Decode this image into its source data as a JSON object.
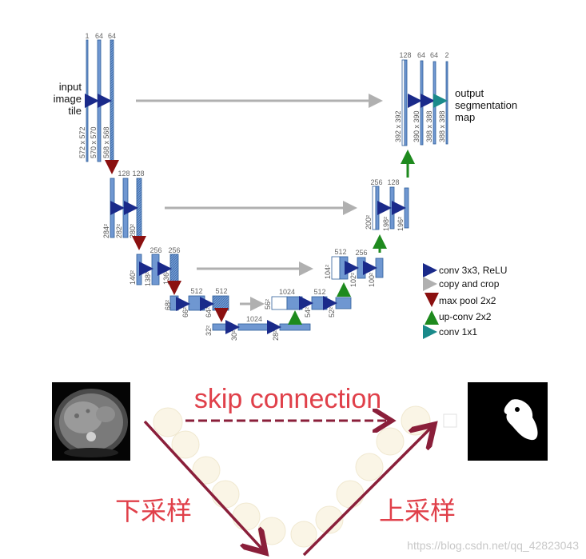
{
  "unet": {
    "input_label": [
      "input",
      "image",
      "tile"
    ],
    "output_label": [
      "output",
      "segmentation",
      "map"
    ],
    "level1": {
      "channels": [
        "1",
        "64",
        "64"
      ],
      "sizes": [
        "572 x 572",
        "570 x 570",
        "568 x 568"
      ]
    },
    "level2": {
      "channels": [
        "128",
        "128"
      ],
      "sizes": [
        "284²",
        "282²",
        "280²"
      ]
    },
    "level3": {
      "channels": [
        "256",
        "256"
      ],
      "sizes": [
        "140²",
        "138²",
        "136²"
      ]
    },
    "level4": {
      "channels": [
        "512",
        "512"
      ],
      "sizes": [
        "68²",
        "66²",
        "64²"
      ]
    },
    "level5": {
      "channels": [
        "1024"
      ],
      "sizes": [
        "32²",
        "30²",
        "28²"
      ]
    },
    "up4": {
      "channels": [
        "1024",
        "512"
      ],
      "sizes": [
        "56²",
        "54²",
        "52²"
      ]
    },
    "up3": {
      "channels": [
        "512",
        "256"
      ],
      "sizes": [
        "104²",
        "102²",
        "100²"
      ]
    },
    "up2": {
      "channels": [
        "256",
        "128"
      ],
      "sizes": [
        "200²",
        "198²",
        "196²"
      ]
    },
    "up1": {
      "channels": [
        "128",
        "64",
        "64",
        "2"
      ],
      "sizes": [
        "392 x 392",
        "390 x 390",
        "388 x 388",
        "388 x 388"
      ]
    }
  },
  "legend": [
    {
      "label": "conv 3x3, ReLU",
      "color": "#1a2a8a"
    },
    {
      "label": "copy and crop",
      "color": "#b0b0b0"
    },
    {
      "label": "max pool 2x2",
      "color": "#8b1010"
    },
    {
      "label": "up-conv 2x2",
      "color": "#1e8a1e"
    },
    {
      "label": "conv 1x1",
      "color": "#1a8a8a"
    }
  ],
  "lower": {
    "skip_label": "skip connection",
    "down_label": "下采样",
    "up_label": "上采样",
    "watermark": "https://blog.csdn.net/qq_42823043"
  },
  "colors": {
    "accent_red": "#e0404a",
    "arrow_maroon": "#8a1f3a"
  }
}
